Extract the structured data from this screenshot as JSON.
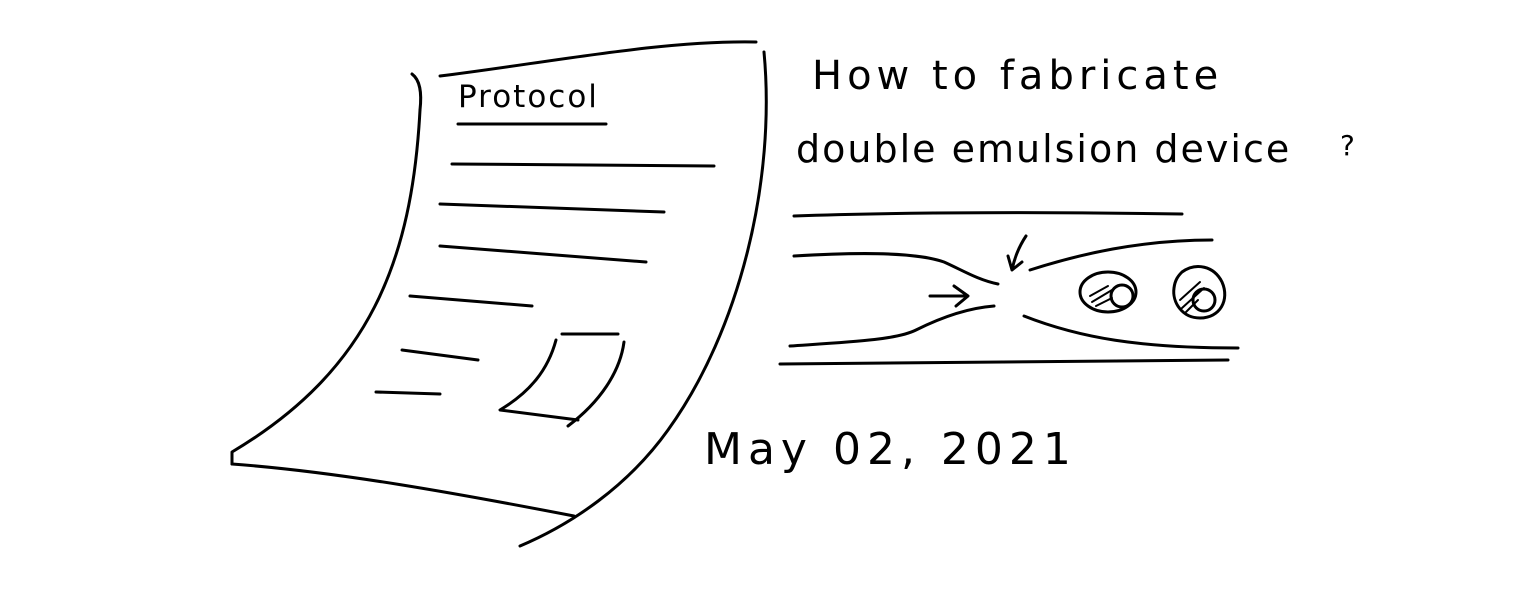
{
  "document": {
    "title": "Protocol"
  },
  "question": {
    "line1": "How to fabricate",
    "line2": "double emulsion device",
    "mark": "?"
  },
  "date": "May 02, 2021",
  "colors": {
    "ink": "#000000",
    "paper": "#ffffff"
  }
}
